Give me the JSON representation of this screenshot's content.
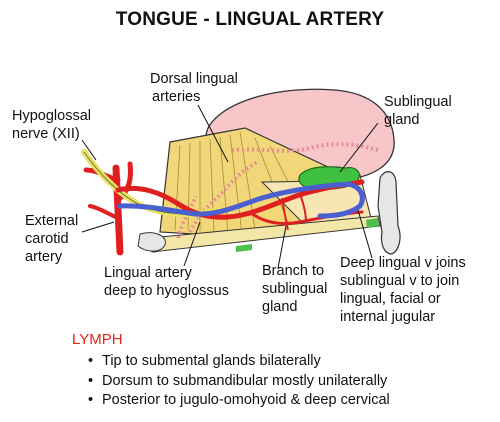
{
  "title": "TONGUE - LINGUAL ARTERY",
  "labels": {
    "dorsal_lingual": [
      "Dorsal lingual",
      "arteries"
    ],
    "sublingual_gland": [
      "Sublingual",
      "gland"
    ],
    "hypoglossal": [
      "Hypoglossal",
      "nerve (XII)"
    ],
    "external_carotid": [
      "External",
      "carotid",
      "artery"
    ],
    "lingual_artery": [
      "Lingual artery",
      "deep to hyoglossus"
    ],
    "branch_sublingual": [
      "Branch to",
      "sublingual",
      "gland"
    ],
    "deep_lingual": [
      "Deep lingual v joins",
      "sublingual v to join",
      "lingual, facial or",
      "internal jugular"
    ]
  },
  "lymph": {
    "heading": "LYMPH",
    "items": [
      "Tip to submental glands bilaterally",
      "Dorsum to submandibular mostly unilaterally",
      "Posterior to jugulo-omohyoid & deep cervical"
    ]
  },
  "colors": {
    "artery": "#e02020",
    "vein": "#4a5fd0",
    "nerve": "#e8e060",
    "muscle": "#f2d77a",
    "tongue": "#f6c6c9",
    "gland": "#40c040",
    "bone": "#e6e6e6"
  }
}
